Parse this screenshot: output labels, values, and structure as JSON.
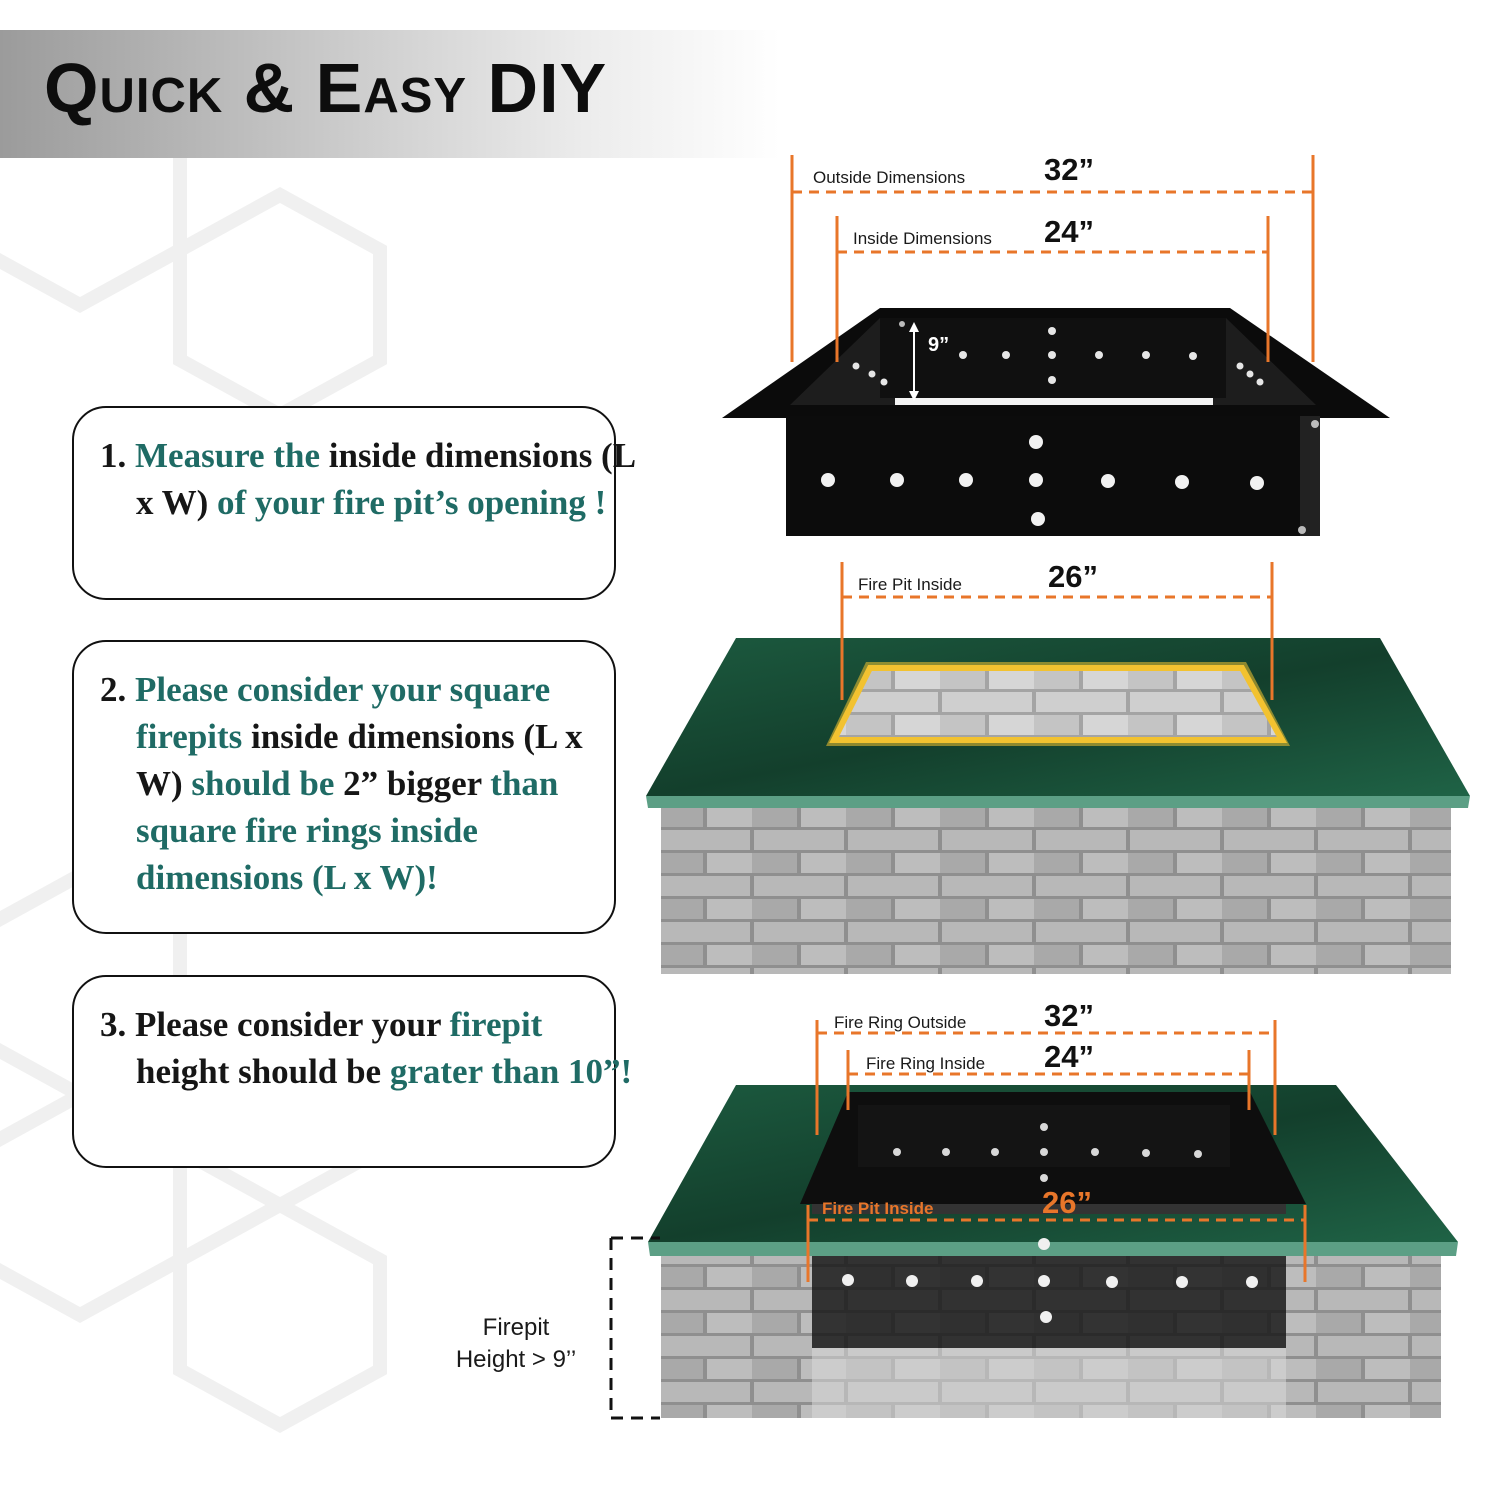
{
  "title": "Quick & Easy DIY",
  "steps": [
    {
      "number": "1.",
      "parts": [
        {
          "text": "Measure the ",
          "color": "teal"
        },
        {
          "text": "inside dimensions (L x W) ",
          "color": "dark"
        },
        {
          "text": "of your fire pit’s opening !",
          "color": "teal"
        }
      ]
    },
    {
      "number": "2.",
      "parts": [
        {
          "text": "Please consider your square firepits ",
          "color": "teal"
        },
        {
          "text": "inside dimensions (L x W) ",
          "color": "dark"
        },
        {
          "text": "should be ",
          "color": "teal"
        },
        {
          "text": "2” bigger ",
          "color": "dark"
        },
        {
          "text": "than square fire rings inside dimensions (L x W)!",
          "color": "teal"
        }
      ]
    },
    {
      "number": "3.",
      "parts": [
        {
          "text": "Please consider your ",
          "color": "dark"
        },
        {
          "text": "firepit ",
          "color": "teal"
        },
        {
          "text": "height should be ",
          "color": "dark"
        },
        {
          "text": "grater than 10”!",
          "color": "teal"
        }
      ]
    }
  ],
  "top_diagram": {
    "outside_label": "Outside Dimensions",
    "outside_value": "32”",
    "inside_label": "Inside Dimensions",
    "inside_value": "24”",
    "height_value": "9”"
  },
  "middle_diagram": {
    "firepit_inside_label": "Fire Pit Inside",
    "firepit_inside_value": "26”"
  },
  "bottom_diagram": {
    "ring_outside_label": "Fire Ring Outside",
    "ring_outside_value": "32”",
    "ring_inside_label": "Fire Ring Inside",
    "ring_inside_value": "24”",
    "firepit_inside_label": "Fire Pit Inside",
    "firepit_inside_value": "26”",
    "height_label_line1": "Firepit",
    "height_label_line2": "Height > 9’’"
  },
  "colors": {
    "teal": "#1f6b65",
    "dimension_orange": "#e8762a",
    "granite_green": "#1d5a3e",
    "brick_gray": "#9a9a9a",
    "steel_black": "#111111",
    "glow_yellow": "#f2c230"
  }
}
